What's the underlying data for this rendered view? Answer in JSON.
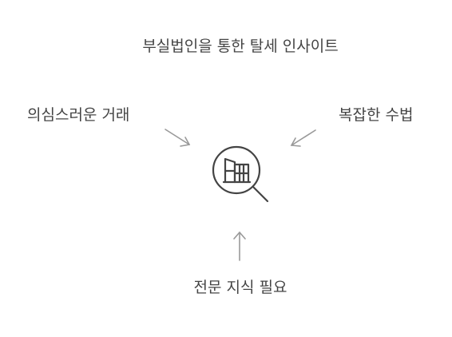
{
  "title": "부실법인을 통한 탈세 인사이트",
  "factors": {
    "left": "의심스러운 거래",
    "right": "복잡한 수법",
    "bottom": "전문 지식 필요"
  },
  "center_icon": "magnifier-building-icon",
  "colors": {
    "text": "#444444",
    "arrow": "#999999",
    "icon": "#444444"
  }
}
